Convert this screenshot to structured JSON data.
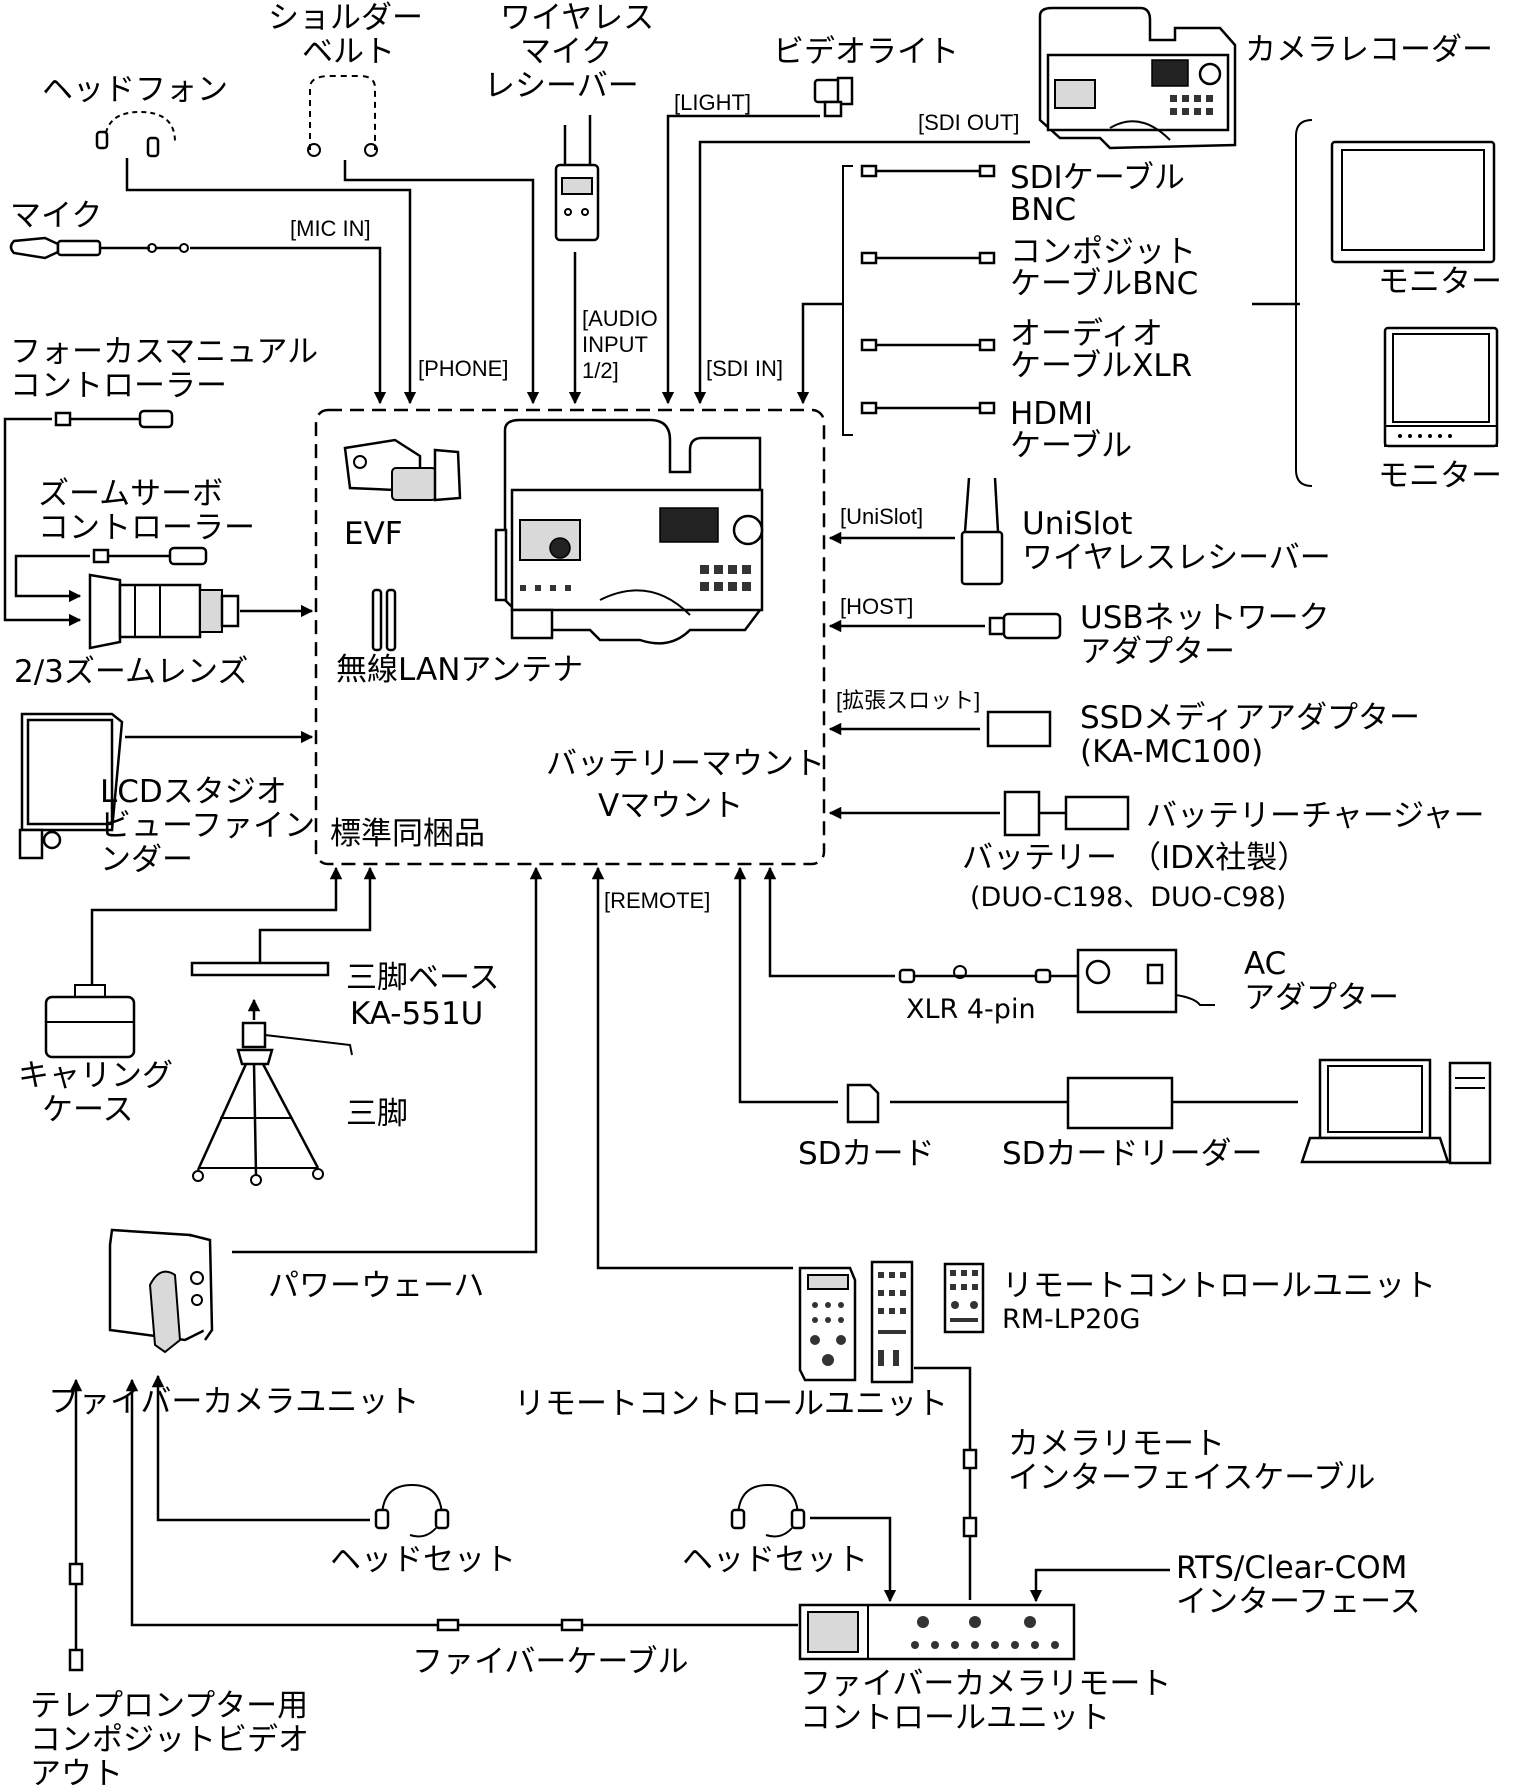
{
  "labels": {
    "headphones": "ヘッドフォン",
    "shoulder_belt": [
      "ショルダー",
      "ベルト"
    ],
    "wireless_mic_receiver": [
      "ワイヤレス",
      "マイク",
      "レシーバー"
    ],
    "video_light": "ビデオライト",
    "camera_recorder": "カメラレコーダー",
    "mic": "マイク",
    "focus_controller": [
      "フォーカスマニュアル",
      "コントローラー"
    ],
    "zoom_servo": [
      "ズームサーボ",
      "コントローラー"
    ],
    "zoom_lens": "2/3ズームレンズ",
    "lcd_viewfinder": [
      "LCDスタジオ",
      "ビューファイン",
      "ンダー"
    ],
    "evf": "EVF",
    "wlan_antenna": "無線LANアンテナ",
    "battery_mount": [
      "バッテリーマウント",
      "Vマウント"
    ],
    "standard_accessory": "標準同梱品",
    "sdi_cable": [
      "SDIケーブル",
      "BNC"
    ],
    "composite_cable": [
      "コンポジット",
      "ケーブルBNC"
    ],
    "audio_cable": [
      "オーディオ",
      "ケーブルXLR"
    ],
    "hdmi_cable": [
      "HDMI",
      "ケーブル"
    ],
    "monitor_1": "モニター",
    "monitor_2": "モニター",
    "unislot_receiver": [
      "UniSlot",
      "ワイヤレスレシーバー"
    ],
    "usb_adapter": [
      "USBネットワーク",
      "アダプター"
    ],
    "ssd_adapter": [
      "SSDメディアアダプター",
      "(KA-MC100)"
    ],
    "battery_charger": "バッテリーチャージャー",
    "battery": "バッテリー",
    "idx": "（IDX社製）",
    "battery_models": "(DUO-C198、DUO-C98)",
    "xlr_4pin": "XLR 4-pin",
    "ac_adapter": [
      "AC",
      "アダプター"
    ],
    "sd_card": "SDカード",
    "sd_reader": "SDカードリーダー",
    "tripod_base": [
      "三脚ベース",
      "KA-551U"
    ],
    "tripod": "三脚",
    "carrying_case": [
      "キャリング",
      "ケース"
    ],
    "power_wafer": "パワーウェーハ",
    "fiber_camera_unit": "ファイバーカメラユニット",
    "remote_unit_rm": [
      "リモートコントロールユニット",
      "RM-LP20G"
    ],
    "remote_unit": "リモートコントロールユニット",
    "camera_remote_cable": [
      "カメラリモート",
      "インターフェイスケーブル"
    ],
    "headset_1": "ヘッドセット",
    "headset_2": "ヘッドセット",
    "rts_interface": [
      "RTS/Clear-COM",
      "インターフェース"
    ],
    "fiber_cable": "ファイバーケーブル",
    "fiber_ccu": [
      "ファイバーカメラリモート",
      "コントロールユニット"
    ],
    "teleprompter": [
      "テレプロンプター用",
      "コンポジットビデオ",
      "アウト"
    ]
  },
  "ports": {
    "mic_in": "[MIC IN]",
    "phone": "[PHONE]",
    "audio_input": [
      "[AUDIO",
      "INPUT",
      "1/2]"
    ],
    "light": "[LIGHT]",
    "sdi_out": "[SDI OUT]",
    "sdi_in": "[SDI IN]",
    "unislot": "[UniSlot]",
    "host": "[HOST]",
    "expansion_slot": "[拡張スロット]",
    "remote": "[REMOTE]"
  }
}
